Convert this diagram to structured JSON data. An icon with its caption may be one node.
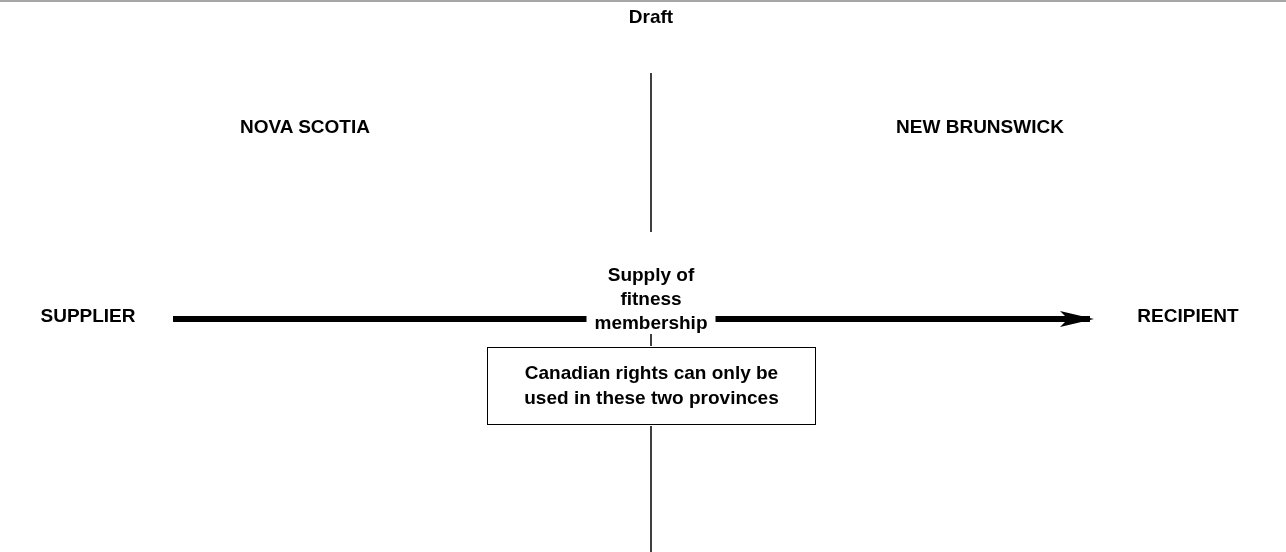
{
  "diagram": {
    "nodes": [
      {
        "text": [
          "SUPPLIER"
        ]
      },
      {
        "text": [
          "RECIPIENT"
        ]
      },
      {
        "text": [
          "Canadian rights can only be used in these two provinces"
        ]
      }
    ],
    "edges": [
      {
        "from": 0,
        "to": 1,
        "arrow": "to",
        "label": "Supply of fitness membership"
      }
    ],
    "labels": [
      "Draft",
      "NOVA SCOTIA",
      "NEW BRUNSWICK"
    ]
  }
}
